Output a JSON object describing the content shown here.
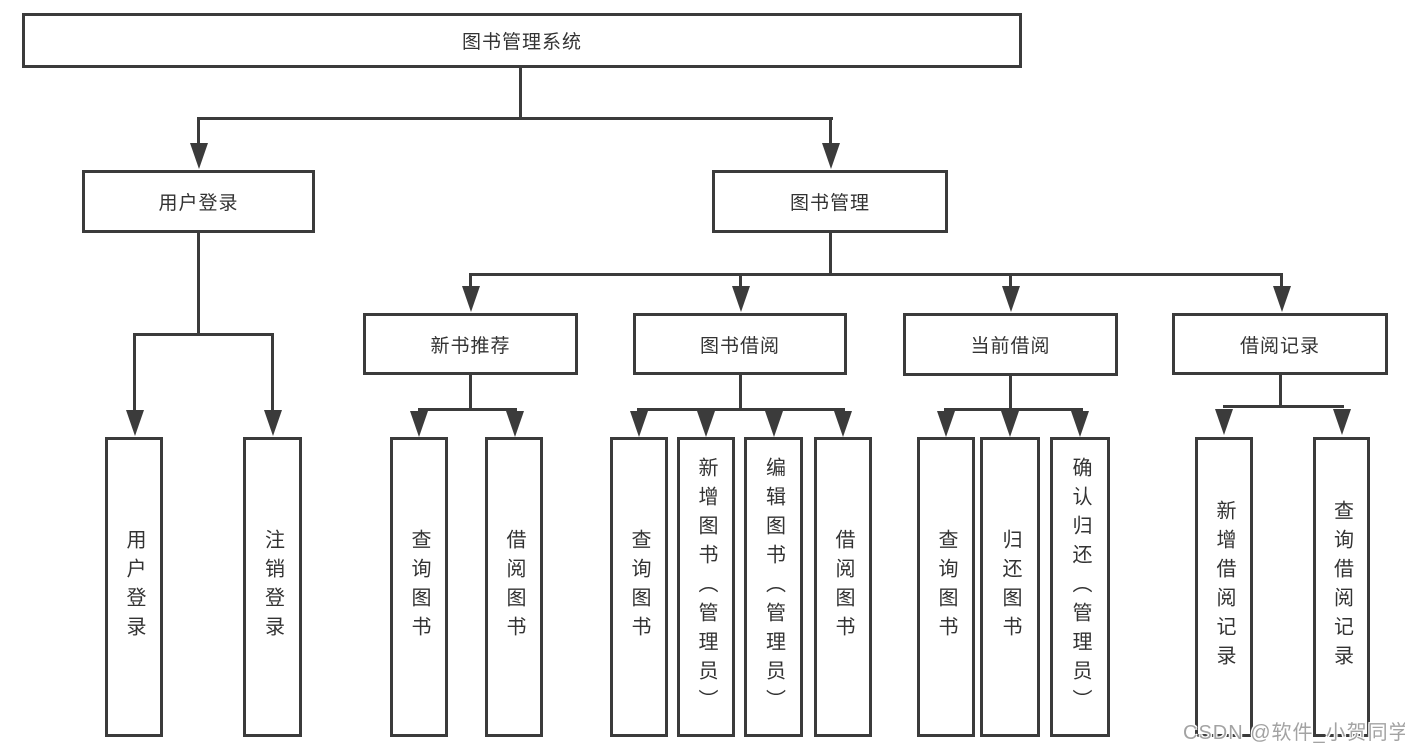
{
  "nodes": {
    "root": "图书管理系统",
    "user_login_group": "用户登录",
    "book_mgmt": "图书管理",
    "new_book_rec": "新书推荐",
    "book_borrow": "图书借阅",
    "current_borrow": "当前借阅",
    "borrow_records": "借阅记录",
    "user_login": "用户登录",
    "logout": "注销登录",
    "nb_query_book": "查询图书",
    "nb_borrow_book": "借阅图书",
    "bb_query_book": "查询图书",
    "bb_add_book": "新增图书（管理员）",
    "bb_edit_book": "编辑图书（管理员）",
    "bb_borrow_book": "借阅图书",
    "cb_query_book": "查询图书",
    "cb_return_book": "归还图书",
    "cb_confirm_return": "确认归还（管理员）",
    "br_add_record": "新增借阅记录",
    "br_query_record": "查询借阅记录"
  },
  "watermark": {
    "text": "CSDN @软件_小贺同学"
  },
  "colors": {
    "line": "#3b3b3b",
    "text": "#333333",
    "background": "#ffffff",
    "watermark": "#a3a3a3"
  }
}
